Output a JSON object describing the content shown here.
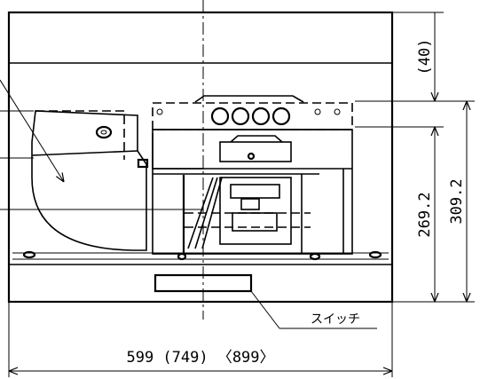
{
  "labels": {
    "switch": "スイッチ"
  },
  "dimensions": {
    "width": "599 (749) 〈899〉",
    "offset_top": "(40)",
    "height_inner": "269.2",
    "height_total": "309.2"
  }
}
